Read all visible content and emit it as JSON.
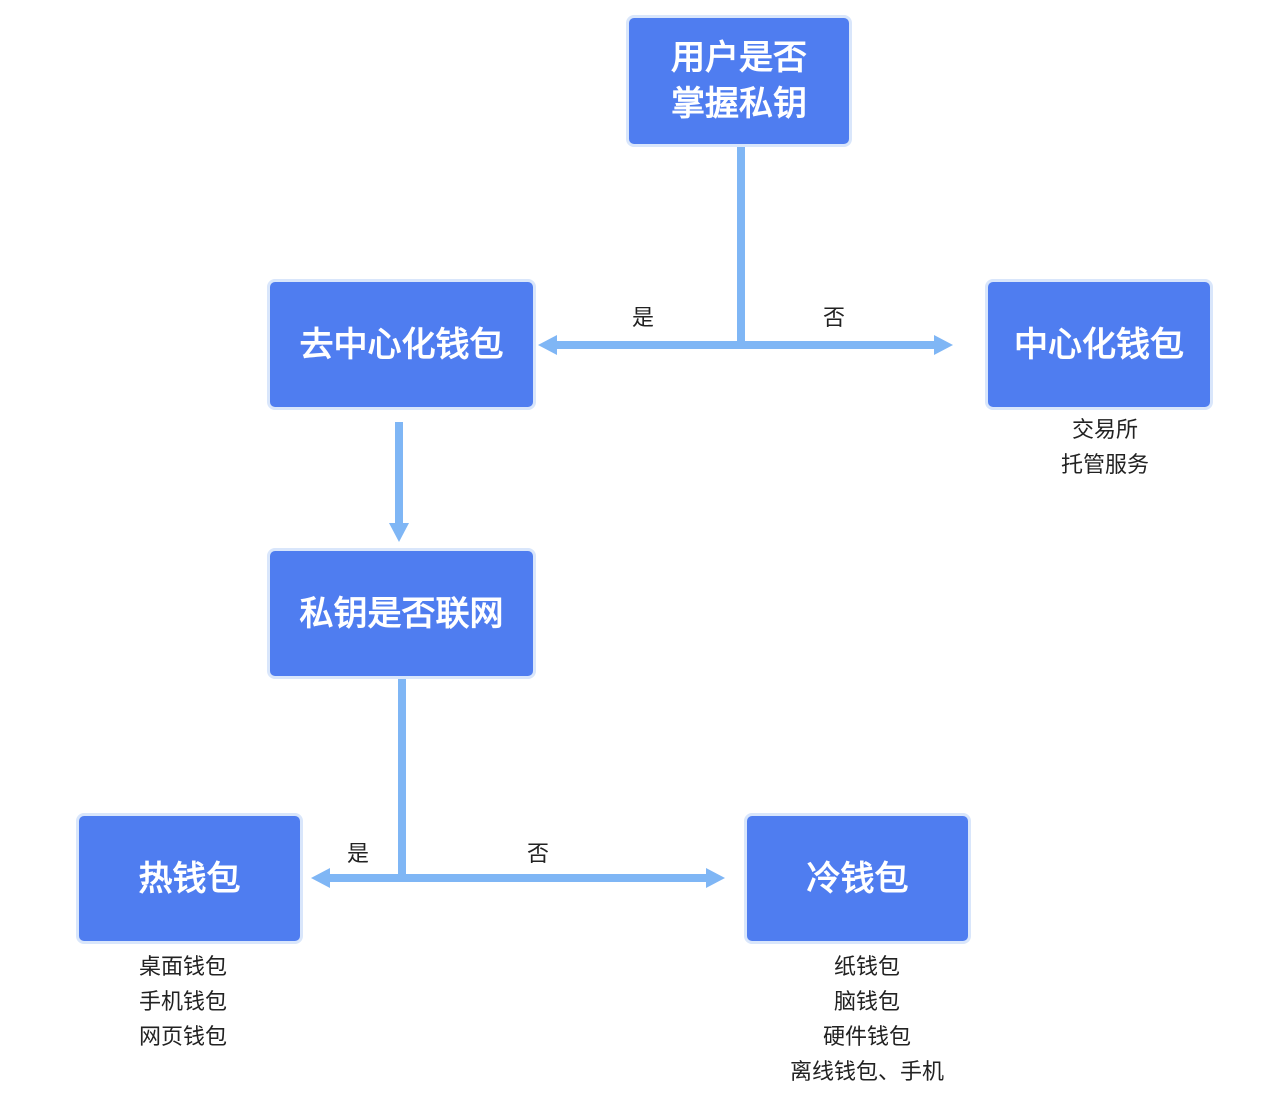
{
  "colors": {
    "node_fill": "#4f7df0",
    "node_border": "#d9e6fb",
    "connector": "#7fb6f5"
  },
  "nodes": {
    "root": {
      "lines": [
        "用户是否",
        "掌握私钥"
      ]
    },
    "decentralized": {
      "label": "去中心化钱包"
    },
    "centralized": {
      "label": "中心化钱包"
    },
    "key_online": {
      "label": "私钥是否联网"
    },
    "hot": {
      "label": "热钱包"
    },
    "cold": {
      "label": "冷钱包"
    }
  },
  "edges": {
    "top_yes": "是",
    "top_no": "否",
    "bottom_yes": "是",
    "bottom_no": "否"
  },
  "lists": {
    "centralized": [
      "交易所",
      "托管服务"
    ],
    "hot": [
      "桌面钱包",
      "手机钱包",
      "网页钱包"
    ],
    "cold": [
      "纸钱包",
      "脑钱包",
      "硬件钱包",
      "离线钱包、手机"
    ]
  }
}
